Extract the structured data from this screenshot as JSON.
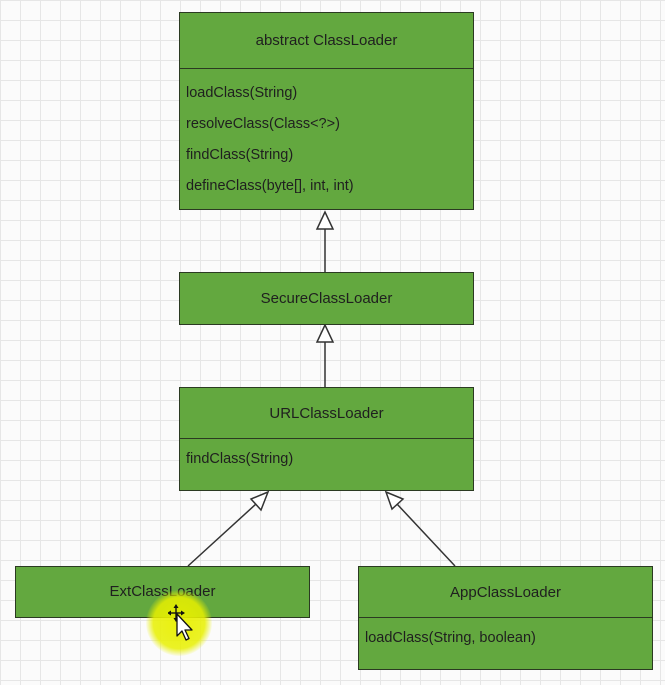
{
  "diagram": {
    "classes": [
      {
        "id": "classloader",
        "name": "abstract ClassLoader",
        "methods": [
          "loadClass(String)",
          "resolveClass(Class<?>)",
          "findClass(String)",
          "defineClass(byte[], int, int)"
        ]
      },
      {
        "id": "secureclassloader",
        "name": "SecureClassLoader",
        "methods": []
      },
      {
        "id": "urlclassloader",
        "name": "URLClassLoader",
        "methods": [
          "findClass(String)"
        ]
      },
      {
        "id": "extclassloader",
        "name": "ExtClassLoader",
        "methods": []
      },
      {
        "id": "appclassloader",
        "name": "AppClassLoader",
        "methods": [
          "loadClass(String, boolean)"
        ]
      }
    ],
    "inheritance": [
      {
        "child": "secureclassloader",
        "parent": "classloader"
      },
      {
        "child": "urlclassloader",
        "parent": "secureclassloader"
      },
      {
        "child": "extclassloader",
        "parent": "urlclassloader"
      },
      {
        "child": "appclassloader",
        "parent": "urlclassloader"
      }
    ]
  },
  "colors": {
    "class_fill": "#63a83f",
    "class_border": "#2b3a22",
    "edge": "#333333",
    "cursor_highlight": "#e8f000"
  },
  "cursor": {
    "icon": "move-cursor-icon"
  }
}
